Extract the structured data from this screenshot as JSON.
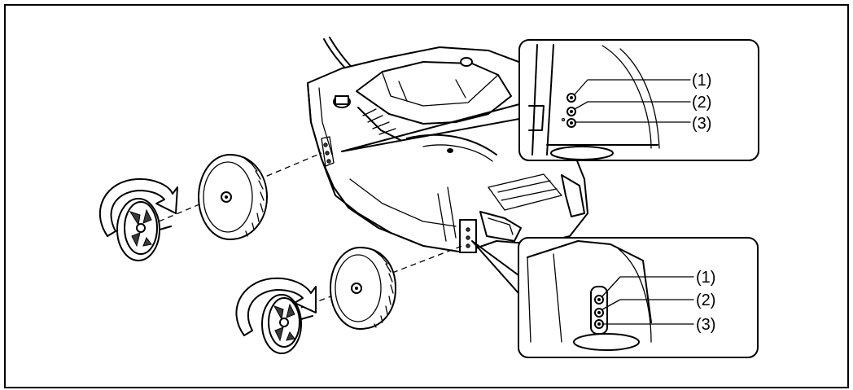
{
  "callouts": {
    "top": {
      "labels": [
        "(1)",
        "(2)",
        "(3)"
      ]
    },
    "bottom": {
      "labels": [
        "(1)",
        "(2)",
        "(3)"
      ]
    }
  }
}
